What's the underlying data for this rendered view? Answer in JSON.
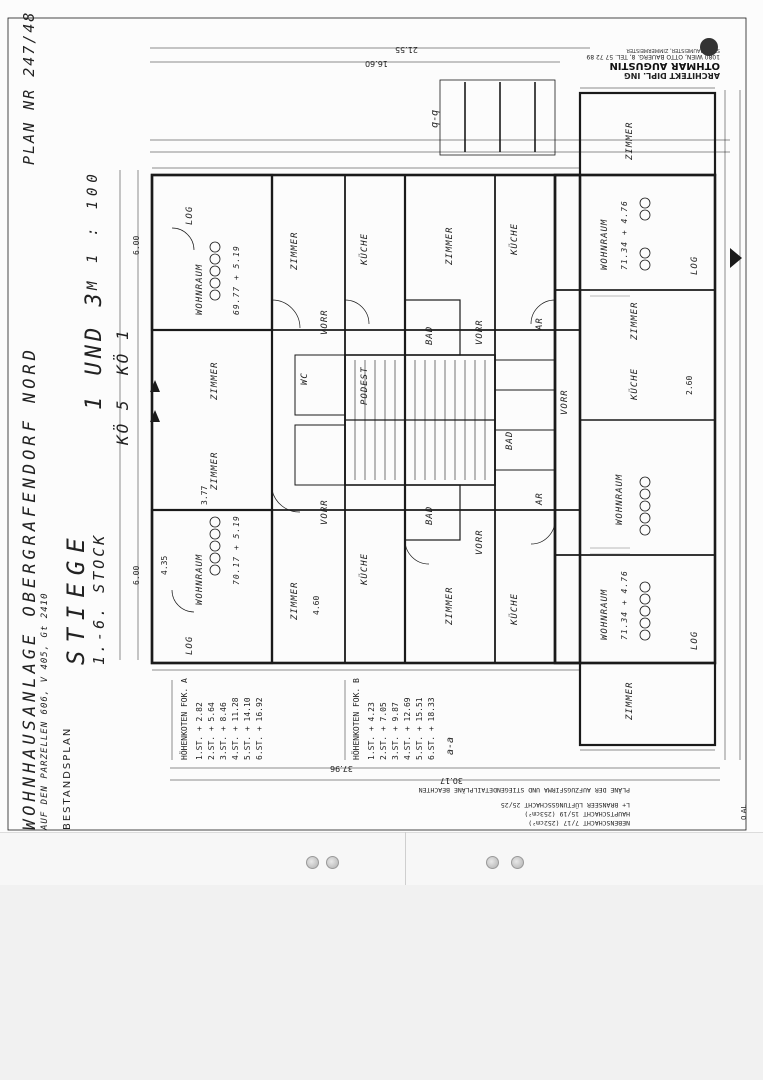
{
  "plan": {
    "plan_number": "PLAN NR 247/48",
    "title": "WOHNHAUSANLAGE OBERGRAFENDORF NORD",
    "subtitle": "AUF DEN PARZELLEN 606, V 405, Gt 2410",
    "plan_type": "BESTANDSPLAN",
    "stair_label": "STIEGE",
    "stair_numbers": "1 UND 3",
    "floors": "1.-6. STOCK",
    "scale": "M 1 : 100",
    "koe_left": "KÖ 5",
    "koe_right": "KÖ 1",
    "note_line1": "PLÄNE DER AUFZUGSFIRMA UND STIEGENDETAILPLÄNE BEACHTEN",
    "note_line2": "L+ BRANSEER LÜFTUNGSSCHACHT 25/25",
    "note_line3": "HAUPTSCHACHT 15/19 (253cm²)",
    "note_line4": "NEBENSCHACHT 7/17 (252cm²)",
    "corner_code": "0 AL"
  },
  "architect": {
    "title": "ARCHITEKT DIPL. ING",
    "name": "OTHMAR AUGUSTIN",
    "address": "1080 WIEN, OTTO BAUERG. 8, TEL. 57 72 89",
    "sub": "STADTBAUMEISTER, ZIMMERMEISTER"
  },
  "levels_a": {
    "heading": "HÖHENKOTEN FOK. A",
    "rows": [
      "1.ST. + 2.82",
      "2.ST. + 5.64",
      "3.ST. + 8.46",
      "4.ST. + 11.28",
      "5.ST. + 14.10",
      "6.ST. + 16.92"
    ]
  },
  "levels_b": {
    "heading": "HÖHENKOTEN FOK. B",
    "rows": [
      "1.ST. + 4.23",
      "2.ST. + 7.05",
      "3.ST. + 9.87",
      "4.ST. + 12.69",
      "5.ST. + 15.51",
      "6.ST. + 18.33"
    ]
  },
  "rooms": {
    "wohnraum": "WOHNRAUM",
    "zimmer": "ZIMMER",
    "kueche": "KÜCHE",
    "vorr": "VORR",
    "bad": "BAD",
    "wc": "WC",
    "log": "LOG",
    "podest": "PODEST",
    "ar": "AR",
    "area_1": "69.77 + 5.19",
    "area_2": "70.17 + 5.19",
    "area_3": "71.34 + 4.76",
    "area_4": "71.34 + 4.76"
  },
  "dims": {
    "total_top": "21.55",
    "total_top2": "16.60",
    "bottom": "37.96",
    "bottom2": "30.17",
    "d1": "6.00",
    "d2": "4.35",
    "d3": "3.77",
    "d4": "4.60",
    "d5": "2.60"
  },
  "section_aa": "a-a",
  "section_bb": "b-b"
}
